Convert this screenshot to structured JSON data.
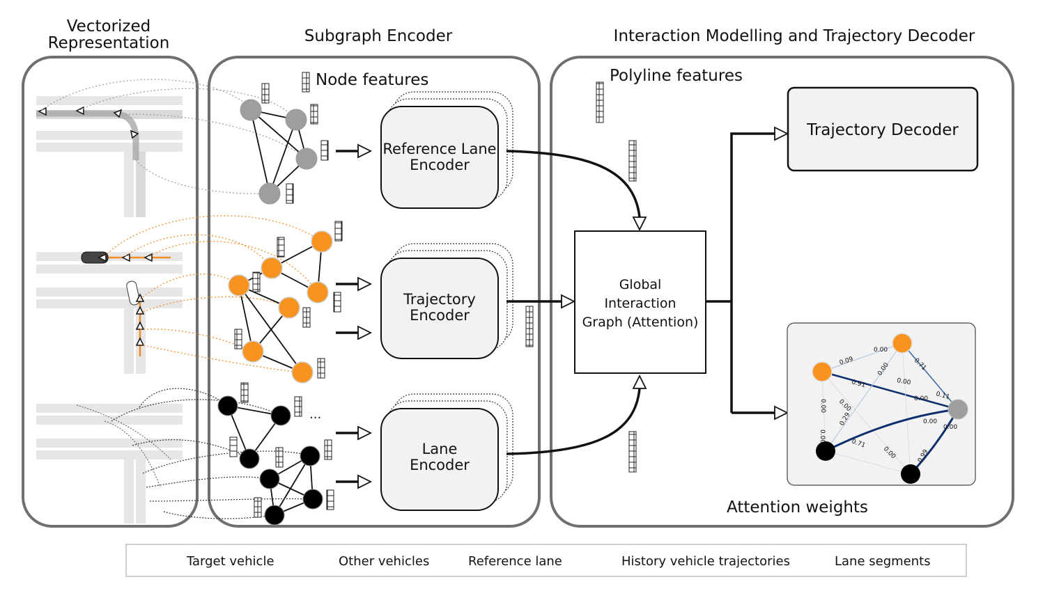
{
  "titles": {
    "vectorized_line1": "Vectorized",
    "vectorized_line2": "Representation",
    "subgraph": "Subgraph Encoder",
    "interaction": "Interaction Modelling and Trajectory Decoder"
  },
  "labels": {
    "node_features": "Node features",
    "polyline_features": "Polyline features",
    "attention_weights": "Attention weights",
    "ellipsis": "..."
  },
  "encoders": {
    "reference_line1": "Reference Lane",
    "reference_line2": "Encoder",
    "trajectory_line1": "Trajectory",
    "trajectory_line2": "Encoder",
    "lane_line1": "Lane",
    "lane_line2": "Encoder"
  },
  "global_graph": {
    "line1": "Global",
    "line2": "Interaction",
    "line3": "Graph (Attention)"
  },
  "decoder": {
    "label": "Trajectory Decoder"
  },
  "attention_edges": [
    {
      "label": "0.09"
    },
    {
      "label": "0.00"
    },
    {
      "label": "0.71"
    },
    {
      "label": "0.00"
    },
    {
      "label": "0.91"
    },
    {
      "label": "0.00"
    },
    {
      "label": "0.00"
    },
    {
      "label": "0.11"
    },
    {
      "label": "0.00"
    },
    {
      "label": "0.00"
    },
    {
      "label": "0.29"
    },
    {
      "label": "0.00"
    },
    {
      "label": "0.00"
    },
    {
      "label": "0.71"
    },
    {
      "label": "0.00"
    },
    {
      "label": "0.00"
    },
    {
      "label": "0.99"
    }
  ],
  "legend": {
    "target_vehicle": "Target vehicle",
    "other_vehicles": "Other vehicles",
    "reference_lane": "Reference lane",
    "history_trajectories": "History vehicle trajectories",
    "lane_segments": "Lane segments"
  },
  "colors": {
    "panel_border": "#6f6f6f",
    "reference_node": "#9e9e9e",
    "trajectory_node": "#f7931e",
    "lane_node": "#000000",
    "trajectory_link": "#f08c28",
    "attention_edge": "#0d2f6e"
  }
}
